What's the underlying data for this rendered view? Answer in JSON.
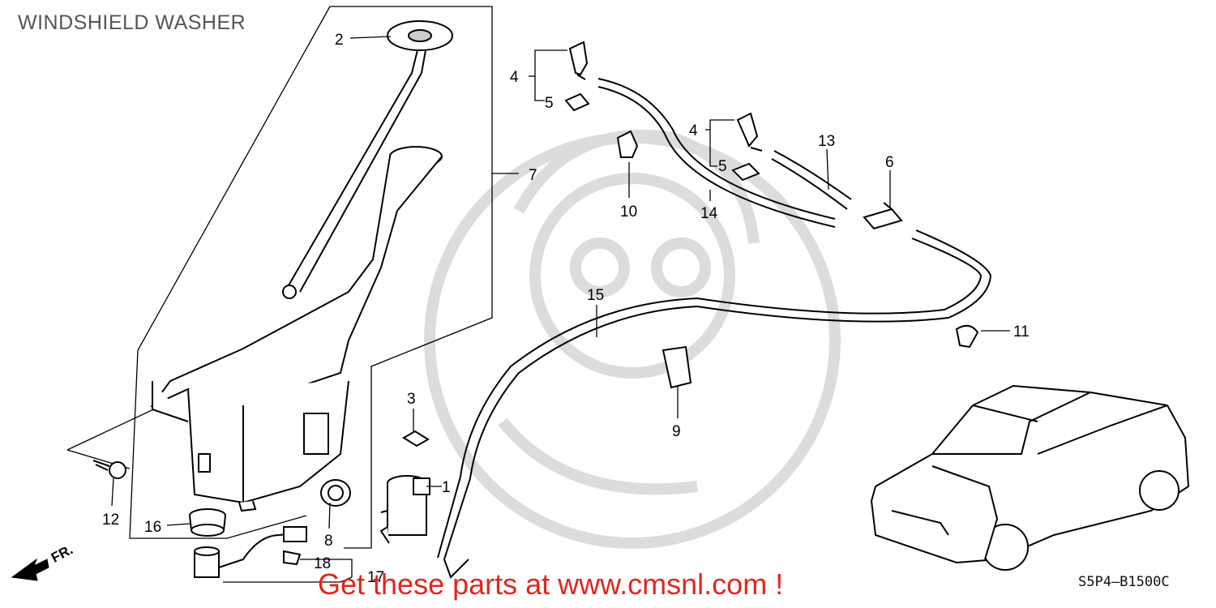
{
  "title": "WINDSHIELD WASHER",
  "diagram_code": "S5P4—B1500C",
  "promo_text": "Get these parts at www.cmsnl.com !",
  "direction_label": "FR.",
  "part_numbers": [
    "1",
    "2",
    "3",
    "4",
    "4",
    "5",
    "5",
    "6",
    "7",
    "8",
    "9",
    "10",
    "11",
    "12",
    "13",
    "14",
    "15",
    "16",
    "17",
    "18"
  ],
  "colors": {
    "promo": "#e1261c",
    "line": "#000000",
    "watermark": "#d9d9d9"
  }
}
